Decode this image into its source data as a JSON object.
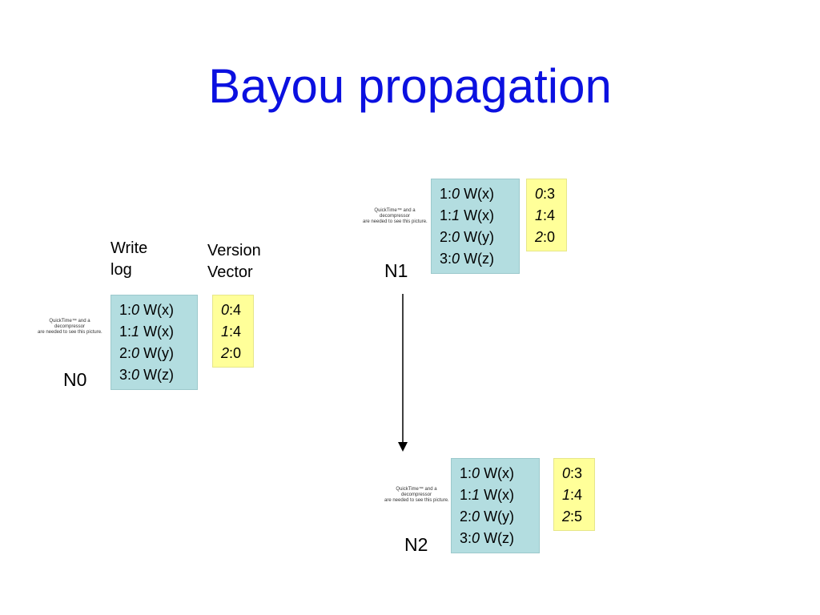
{
  "title": "Bayou propagation",
  "labels": {
    "write_log": [
      "Write",
      "log"
    ],
    "version_vector": [
      "Version",
      "Vector"
    ]
  },
  "placeholder_image_text": [
    "QuickTime™ and a",
    "decompressor",
    "are needed to see this picture."
  ],
  "nodes": [
    {
      "name": "N0",
      "log": [
        {
          "ts": "1",
          "node": "0",
          "op": "W(x)"
        },
        {
          "ts": "1",
          "node": "1",
          "op": "W(x)"
        },
        {
          "ts": "2",
          "node": "0",
          "op": "W(y)"
        },
        {
          "ts": "3",
          "node": "0",
          "op": "W(z)"
        }
      ],
      "vector": [
        {
          "node": "0",
          "value": "4"
        },
        {
          "node": "1",
          "value": "4"
        },
        {
          "node": "2",
          "value": "0"
        }
      ]
    },
    {
      "name": "N1",
      "log": [
        {
          "ts": "1",
          "node": "0",
          "op": "W(x)"
        },
        {
          "ts": "1",
          "node": "1",
          "op": "W(x)"
        },
        {
          "ts": "2",
          "node": "0",
          "op": "W(y)"
        },
        {
          "ts": "3",
          "node": "0",
          "op": "W(z)"
        }
      ],
      "vector": [
        {
          "node": "0",
          "value": "3"
        },
        {
          "node": "1",
          "value": "4"
        },
        {
          "node": "2",
          "value": "0"
        }
      ]
    },
    {
      "name": "N2",
      "log": [
        {
          "ts": "1",
          "node": "0",
          "op": "W(x)"
        },
        {
          "ts": "1",
          "node": "1",
          "op": "W(x)"
        },
        {
          "ts": "2",
          "node": "0",
          "op": "W(y)"
        },
        {
          "ts": "3",
          "node": "0",
          "op": "W(z)"
        }
      ],
      "vector": [
        {
          "node": "0",
          "value": "3"
        },
        {
          "node": "1",
          "value": "4"
        },
        {
          "node": "2",
          "value": "5"
        }
      ]
    }
  ],
  "colors": {
    "title": "#0b10e0",
    "log_box": "#b3dde0",
    "vector_box": "#ffff99"
  }
}
